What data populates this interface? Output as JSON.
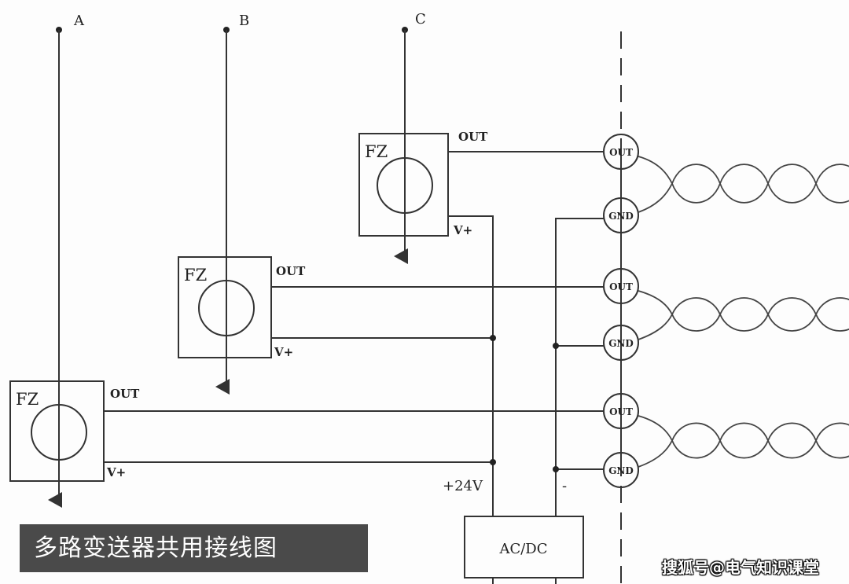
{
  "title": "多路变送器共用接线图",
  "watermark": "搜狐号@电气知识课堂",
  "phases": {
    "a": "A",
    "b": "B",
    "c": "C"
  },
  "transducer_label": "FZ",
  "out_label": "OUT",
  "vplus_label": "V+",
  "terminal_out": "OUT",
  "terminal_gnd": "GND",
  "supply_pos": "+24V",
  "supply_neg": "-",
  "psu_label": "AC/DC"
}
